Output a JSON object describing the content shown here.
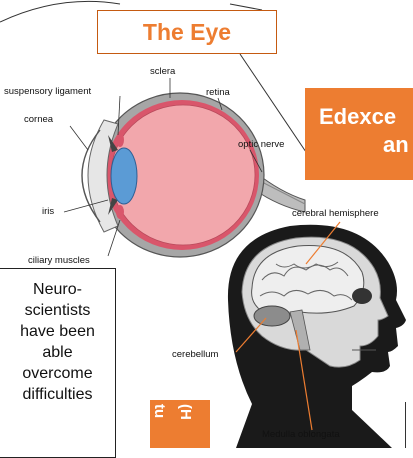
{
  "title": "The Eye",
  "banner": {
    "line1": "Edexce",
    "line2": "an"
  },
  "eye_labels": {
    "sclera": "sclera",
    "suspensory_ligament": "suspensory ligament",
    "retina": "retina",
    "cornea": "cornea",
    "optic_nerve": "optic nerve",
    "iris": "iris",
    "ciliary_muscles": "ciliary muscles"
  },
  "brain_labels": {
    "cerebral_hemisphere": "cerebral hemisphere",
    "cerebellum": "cerebellum",
    "medulla_oblongata": "Medulla oblongata"
  },
  "neuro_text": "Neuro-scientists have been able overcome difficulties",
  "vertical_box": {
    "text1": "tu",
    "text2": "(H"
  },
  "colors": {
    "accent": "#ed7d31",
    "accent_dark": "#c55a11"
  }
}
